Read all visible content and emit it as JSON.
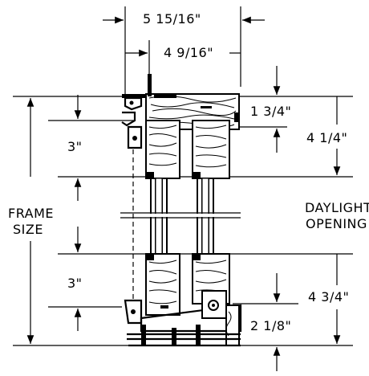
{
  "labels": {
    "overall_width": "5 15/16\"",
    "sash_width": "4 9/16\"",
    "top_rail": "1 3/4\"",
    "head_height": "4 1/4\"",
    "upper_offset": "3\"",
    "lower_offset": "3\"",
    "frame_size_line1": "FRAME",
    "frame_size_line2": "SIZE",
    "daylight_line1": "DAYLIGHT",
    "daylight_line2": "OPENING",
    "sill_height": "4 3/4\"",
    "bottom_rail": "2 1/8\""
  }
}
